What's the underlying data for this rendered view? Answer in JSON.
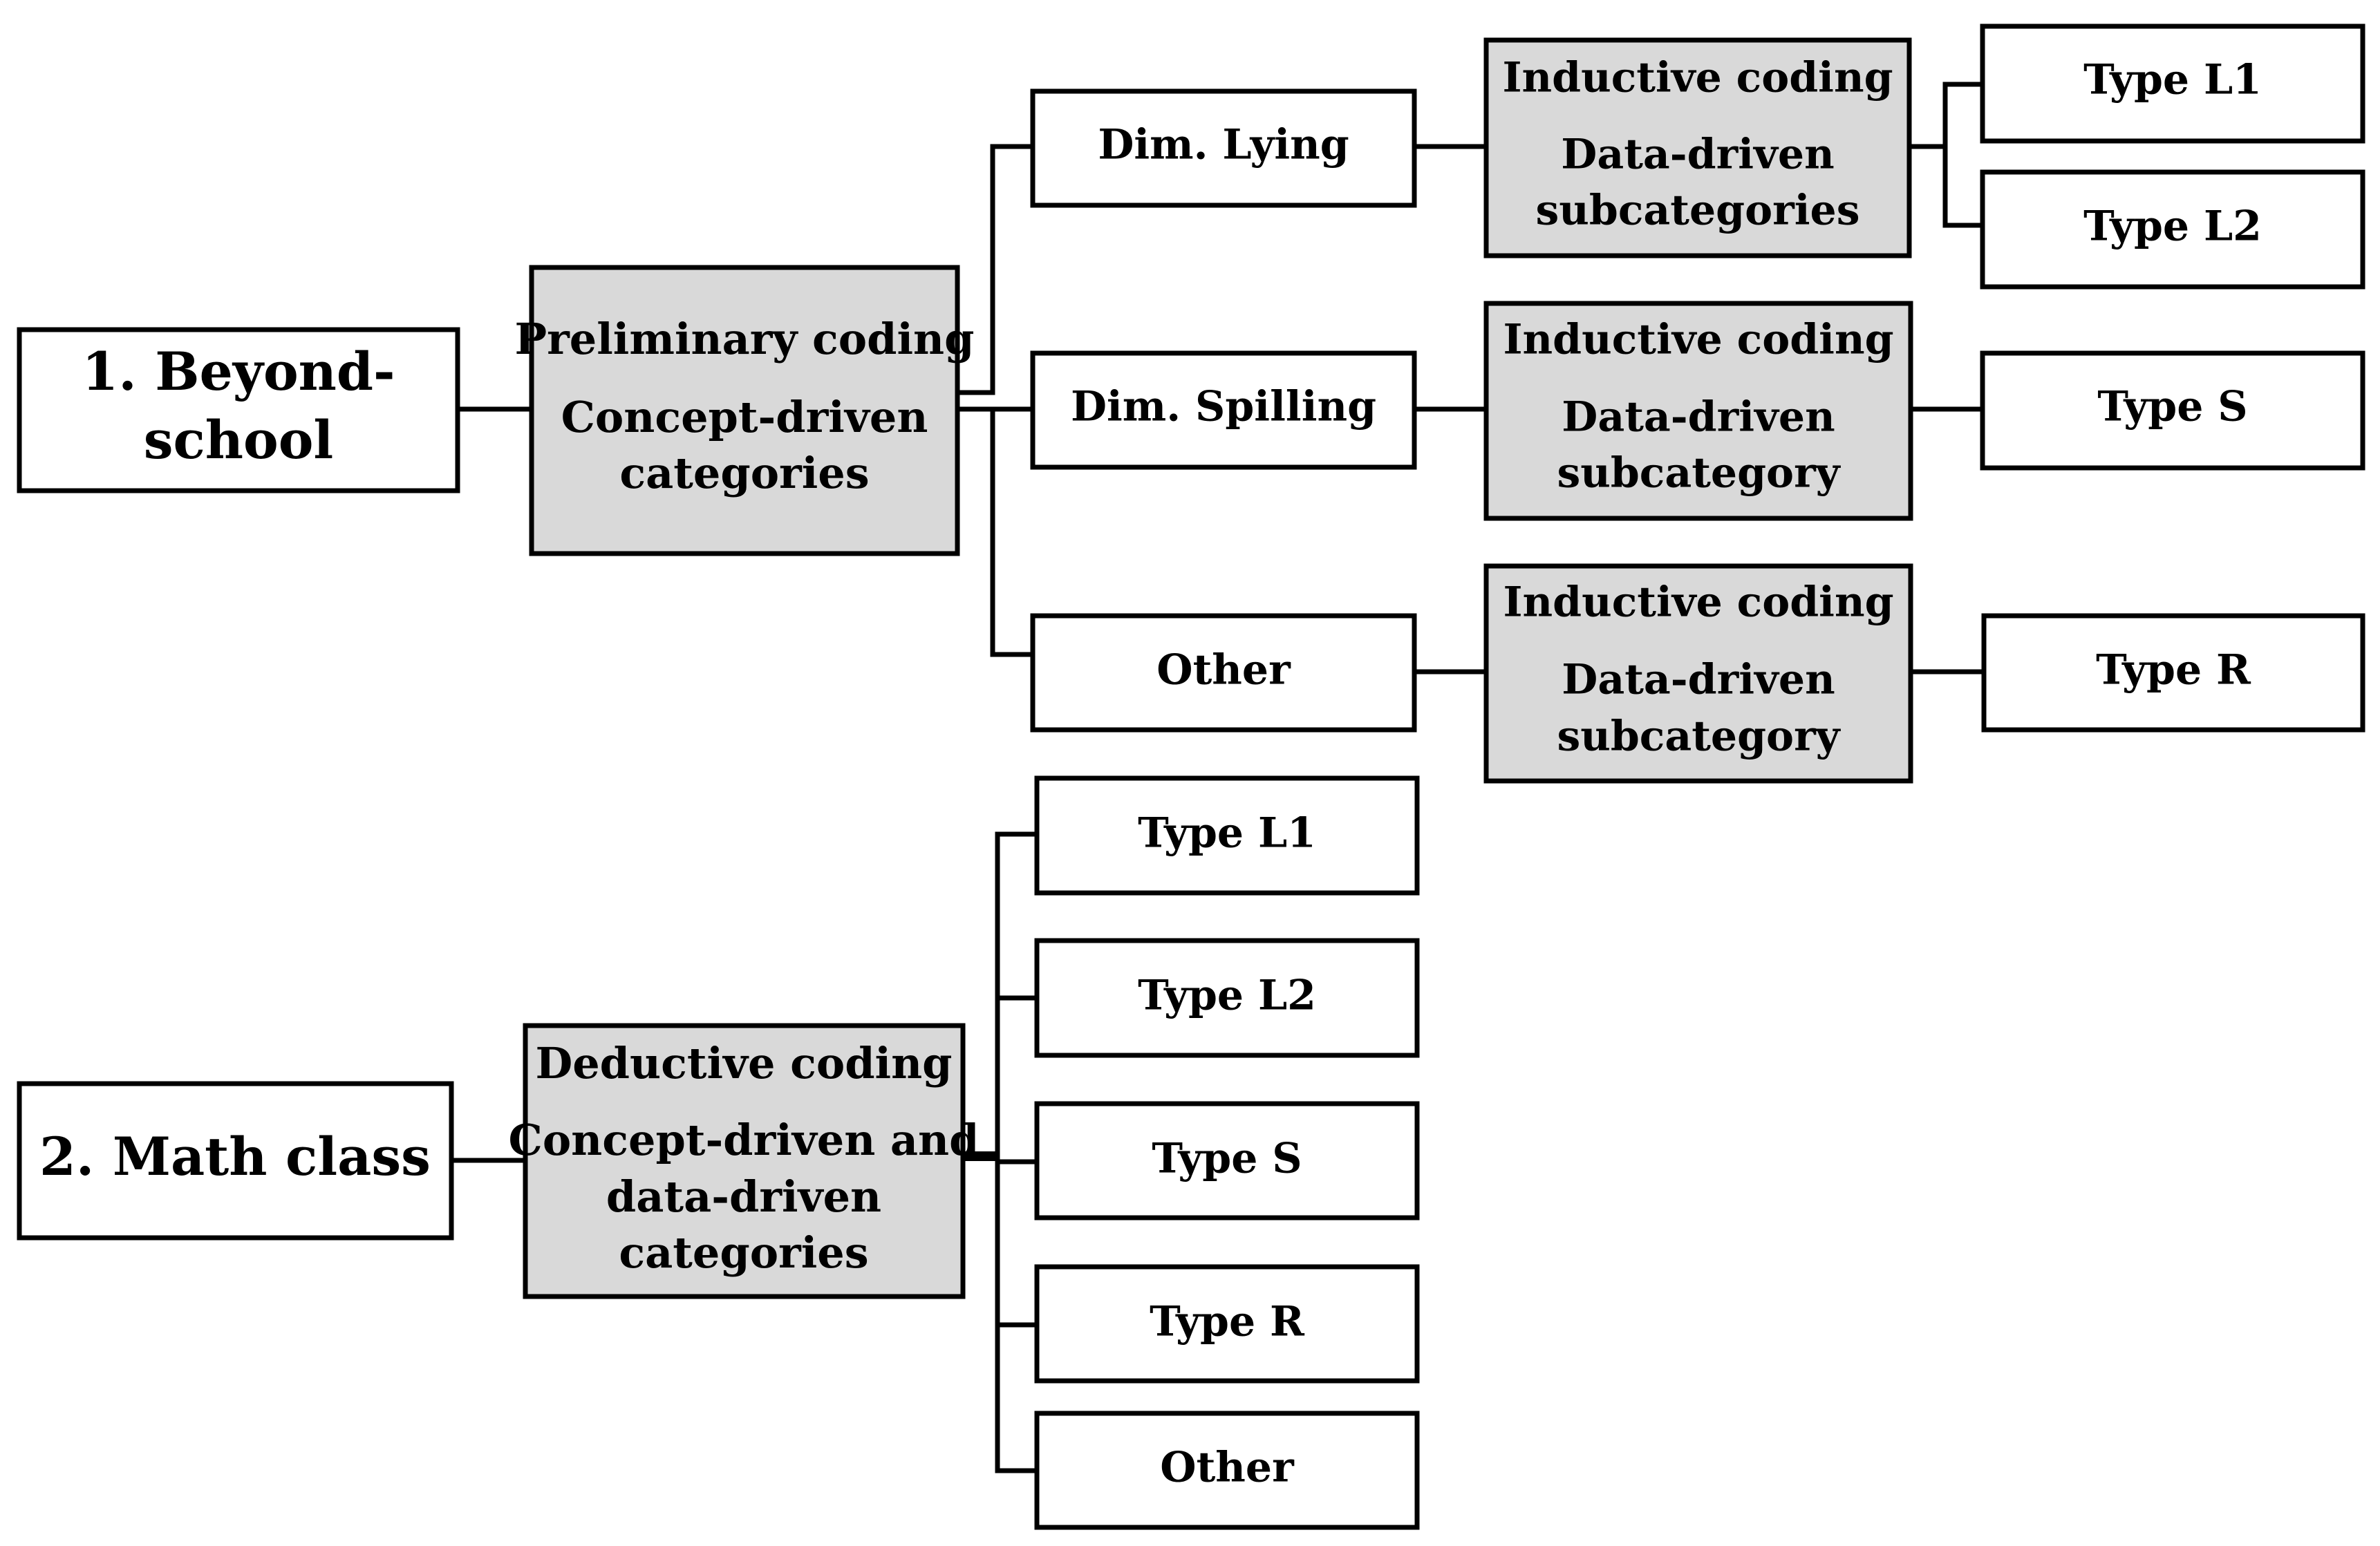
{
  "nodes": {
    "beyond_school": {
      "line1": "1. Beyond-",
      "line2": "school"
    },
    "preliminary": {
      "heading": "Preliminary coding",
      "line1": "Concept-driven",
      "line2": "categories"
    },
    "dim_lying": {
      "label": "Dim. Lying"
    },
    "dim_spilling": {
      "label": "Dim. Spilling"
    },
    "other_top": {
      "label": "Other"
    },
    "inductive_1": {
      "heading": "Inductive coding",
      "line1": "Data-driven",
      "line2": "subcategories"
    },
    "inductive_2": {
      "heading": "Inductive coding",
      "line1": "Data-driven",
      "line2": "subcategory"
    },
    "inductive_3": {
      "heading": "Inductive coding",
      "line1": "Data-driven",
      "line2": "subcategory"
    },
    "type_l1_top": {
      "label": "Type L1"
    },
    "type_l2_top": {
      "label": "Type L2"
    },
    "type_s_top": {
      "label": "Type S"
    },
    "type_r_top": {
      "label": "Type R"
    },
    "math_class": {
      "label": "2. Math class"
    },
    "deductive": {
      "heading": "Deductive coding",
      "line1": "Concept-driven and",
      "line2": "data-driven",
      "line3": "categories"
    },
    "type_l1_bottom": {
      "label": "Type L1"
    },
    "type_l2_bottom": {
      "label": "Type L2"
    },
    "type_s_bottom": {
      "label": "Type S"
    },
    "type_r_bottom": {
      "label": "Type R"
    },
    "other_bottom": {
      "label": "Other"
    }
  },
  "colors": {
    "box_fill_white": "#ffffff",
    "box_fill_grey": "#d9d9d9",
    "stroke": "#000000"
  }
}
